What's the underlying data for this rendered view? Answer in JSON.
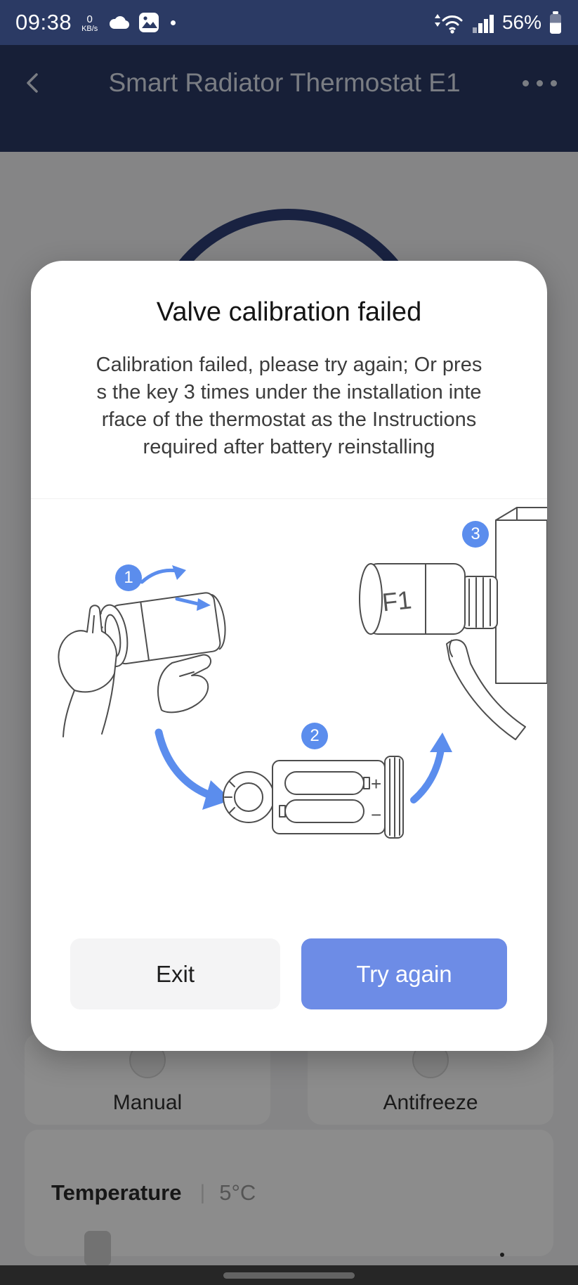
{
  "status_bar": {
    "time": "09:38",
    "network_speed": {
      "value": "0",
      "unit": "KB/s"
    },
    "battery_percent": "56%"
  },
  "header": {
    "title": "Smart Radiator Thermostat E1"
  },
  "dialog": {
    "title": "Valve calibration failed",
    "body_lines": [
      "Calibration failed, please try again; Or pres",
      "s the key 3 times under the installation inte",
      "rface of the thermostat as the Instructions",
      "required after battery reinstalling"
    ],
    "step_badges": [
      "1",
      "2",
      "3"
    ],
    "illustration": {
      "battery_plus": "+",
      "battery_minus": "−",
      "display_text": "F1"
    },
    "buttons": {
      "exit": "Exit",
      "try_again": "Try again"
    }
  },
  "background_page": {
    "modes": [
      {
        "label": "Manual"
      },
      {
        "label": "Antifreeze"
      }
    ],
    "temperature": {
      "label": "Temperature",
      "separator": "|",
      "value": "5°C"
    }
  },
  "colors": {
    "header_navy": "#2b3a64",
    "accent_blue": "#6d8ce6",
    "badge_blue": "#5b8ded",
    "dial_ring": "#2e3f77"
  }
}
